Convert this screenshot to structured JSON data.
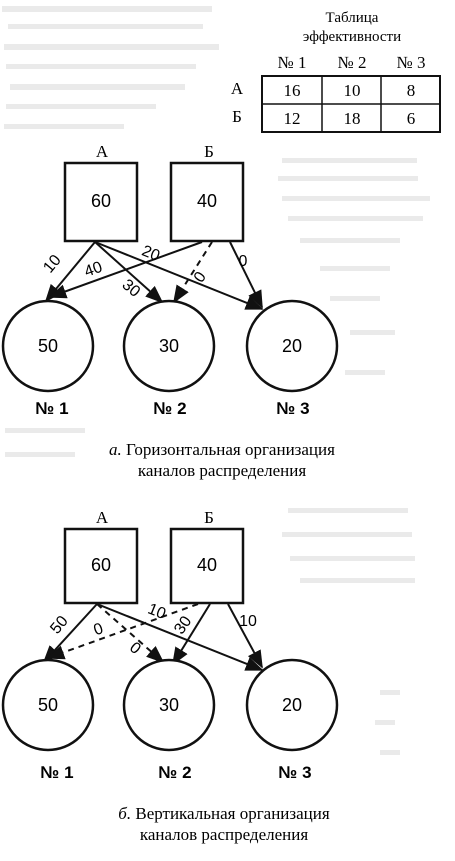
{
  "table": {
    "title_line1": "Таблица",
    "title_line2": "эффективности",
    "columns": [
      "№ 1",
      "№ 2",
      "№ 3"
    ],
    "rows": [
      {
        "label": "А",
        "values": [
          "16",
          "10",
          "8"
        ]
      },
      {
        "label": "Б",
        "values": [
          "12",
          "18",
          "6"
        ]
      }
    ]
  },
  "diagram_a": {
    "suppliers": [
      {
        "label": "А",
        "value": "60"
      },
      {
        "label": "Б",
        "value": "40"
      }
    ],
    "customers": [
      {
        "label": "№ 1",
        "value": "50"
      },
      {
        "label": "№ 2",
        "value": "30"
      },
      {
        "label": "№ 3",
        "value": "20"
      }
    ],
    "flows": [
      {
        "from": "А",
        "to": "№ 1",
        "label": "10",
        "style": "solid"
      },
      {
        "from": "А",
        "to": "№ 2",
        "label": "30",
        "style": "solid"
      },
      {
        "from": "А",
        "to": "№ 3",
        "label": "20",
        "style": "solid"
      },
      {
        "from": "Б",
        "to": "№ 1",
        "label": "40",
        "style": "solid"
      },
      {
        "from": "Б",
        "to": "№ 2",
        "label": "0",
        "style": "dashed"
      },
      {
        "from": "Б",
        "to": "№ 3",
        "label": "0",
        "style": "dashed"
      }
    ],
    "caption_letter": "а.",
    "caption_line1": "Горизонтальная организация",
    "caption_line2": "каналов распределения"
  },
  "diagram_b": {
    "suppliers": [
      {
        "label": "А",
        "value": "60"
      },
      {
        "label": "Б",
        "value": "40"
      }
    ],
    "customers": [
      {
        "label": "№ 1",
        "value": "50"
      },
      {
        "label": "№ 2",
        "value": "30"
      },
      {
        "label": "№ 3",
        "value": "20"
      }
    ],
    "flows": [
      {
        "from": "А",
        "to": "№ 1",
        "label": "50",
        "style": "solid"
      },
      {
        "from": "А",
        "to": "№ 2",
        "label": "0",
        "style": "dashed"
      },
      {
        "from": "А",
        "to": "№ 3",
        "label": "10",
        "style": "solid"
      },
      {
        "from": "Б",
        "to": "№ 1",
        "label": "0",
        "style": "dashed"
      },
      {
        "from": "Б",
        "to": "№ 2",
        "label": "30",
        "style": "solid"
      },
      {
        "from": "Б",
        "to": "№ 3",
        "label": "10",
        "style": "solid"
      }
    ],
    "caption_letter": "б.",
    "caption_line1": "Вертикальная организация",
    "caption_line2": "каналов распределения"
  }
}
